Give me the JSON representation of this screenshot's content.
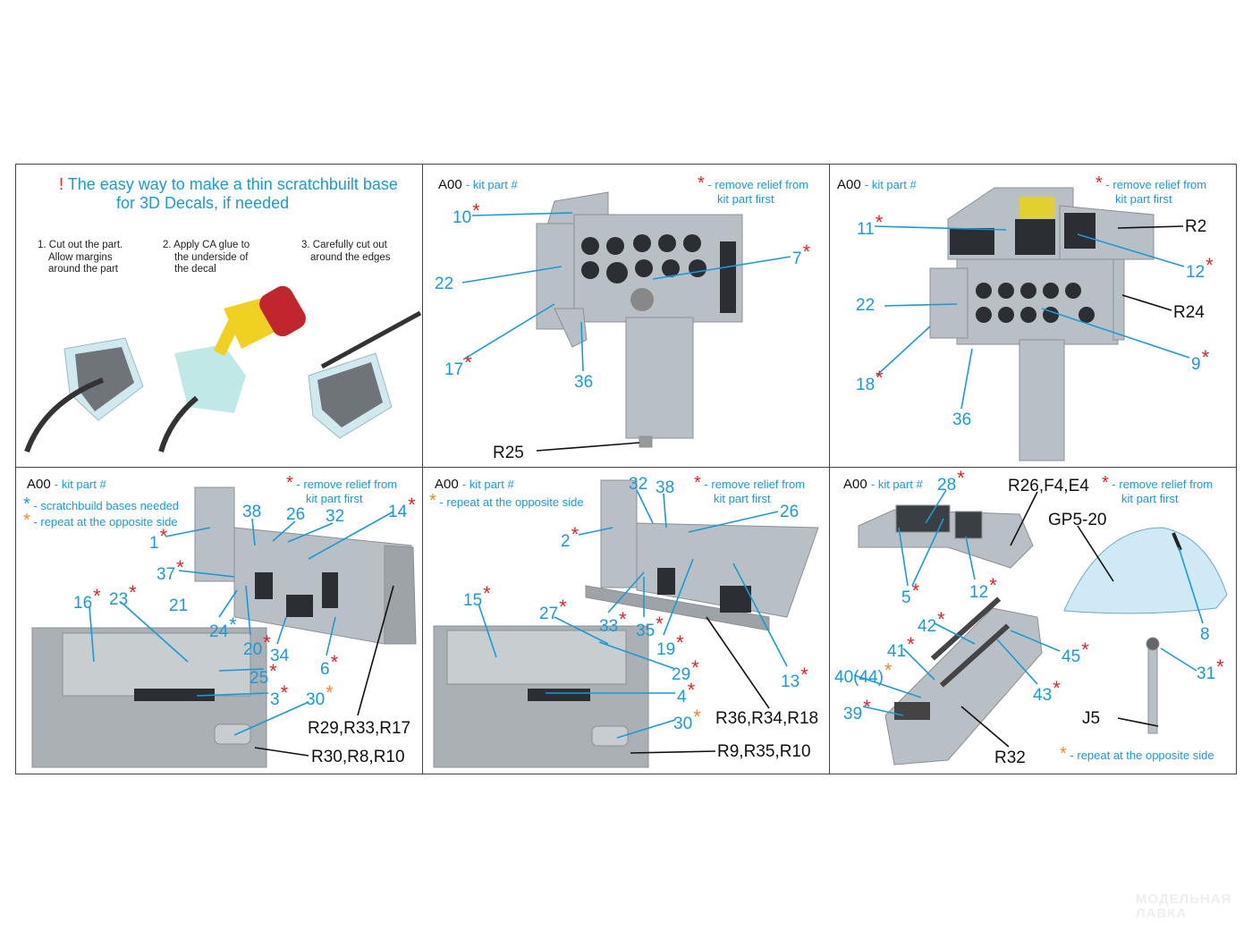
{
  "colors": {
    "accent": "#1a9ad6",
    "star": "#e0242a",
    "repeat": "#f0892a",
    "part": "#b9bec2"
  },
  "panel1": {
    "exclaim": "!",
    "title_l1": "The easy way to make a thin scratchbuilt base",
    "title_l2": "for 3D Decals, if needed",
    "steps": [
      [
        "1. Cut out the part.",
        "Allow margins",
        "around the part"
      ],
      [
        "2. Apply CA glue to",
        "the underside of",
        "the decal"
      ],
      [
        "3. Carefully cut out",
        "around the edges"
      ]
    ]
  },
  "legend": {
    "kit_part_code": "A00",
    "kit_part_text": "- kit part #",
    "star": "*",
    "remove_l1": "- remove relief from",
    "remove_l2": "kit part first",
    "scratch": "- scratchbuild bases needed",
    "repeat": "- repeat at the opposite side"
  },
  "panel2": {
    "callouts": [
      "10",
      "7",
      "22",
      "17",
      "36",
      "R25"
    ]
  },
  "panel3": {
    "callouts": [
      "11",
      "R2",
      "12",
      "22",
      "R24",
      "9",
      "18",
      "36"
    ]
  },
  "panel4": {
    "callouts": [
      "1",
      "38",
      "26",
      "32",
      "14",
      "37",
      "21",
      "16",
      "23",
      "24",
      "20",
      "34",
      "25",
      "6",
      "3",
      "30",
      "R29,R33,R17",
      "R30,R8,R10"
    ]
  },
  "panel5": {
    "callouts": [
      "2",
      "32",
      "38",
      "26",
      "15",
      "27",
      "33",
      "35",
      "19",
      "29",
      "4",
      "30",
      "13",
      "R36,R34,R18",
      "R9,R35,R10"
    ]
  },
  "panel6": {
    "callouts": [
      "28",
      "R26,F4,E4",
      "GP5-20",
      "5",
      "12",
      "8",
      "42",
      "41",
      "45",
      "40(44)",
      "43",
      "31",
      "39",
      "J5",
      "R32"
    ]
  },
  "watermark": "МОДЕЛЬНАЯ ЛАВКА"
}
